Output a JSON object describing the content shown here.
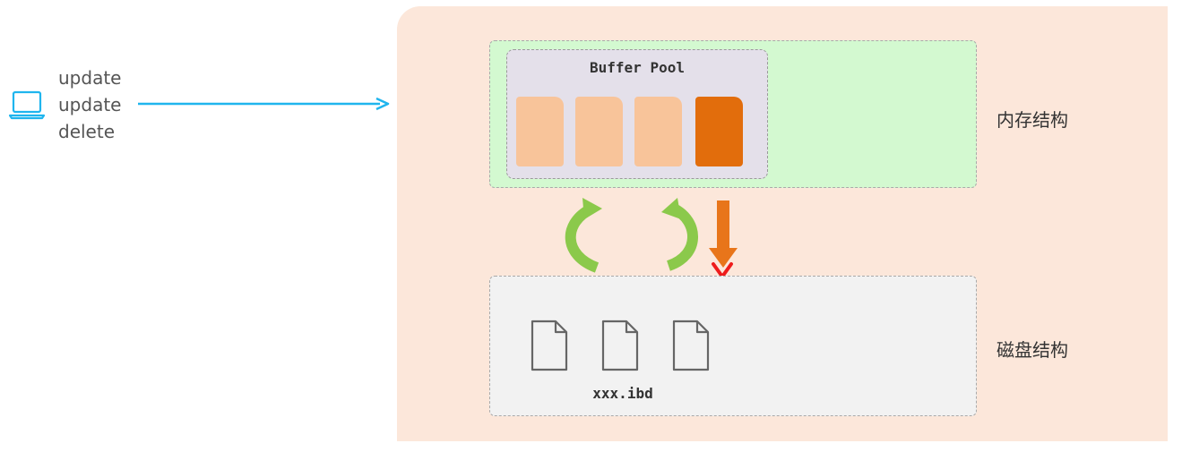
{
  "client": {
    "icon": "laptop-icon",
    "operations": [
      "update",
      "update",
      "delete"
    ]
  },
  "memory": {
    "label": "内存结构",
    "buffer_pool": {
      "title": "Buffer Pool",
      "pages": [
        {
          "state": "clean"
        },
        {
          "state": "clean"
        },
        {
          "state": "clean"
        },
        {
          "state": "dirty"
        }
      ]
    }
  },
  "disk": {
    "label": "磁盘结构",
    "files": [
      {
        "icon": "file-icon"
      },
      {
        "icon": "file-icon"
      },
      {
        "icon": "file-icon"
      }
    ],
    "file_label": "xxx.ibd"
  },
  "colors": {
    "request_arrow": "#1fb5ee",
    "outer_bg": "#fce7da",
    "memory_bg": "#d3f9d0",
    "pool_bg": "#e4e0ea",
    "disk_bg": "#f2f2f2",
    "clean_page": "#f8c49a",
    "dirty_page": "#e26d0c",
    "sync_arrow": "#8bc94b",
    "flush_arrow": "#e8751a",
    "blocked_mark": "#ee1c1c"
  }
}
